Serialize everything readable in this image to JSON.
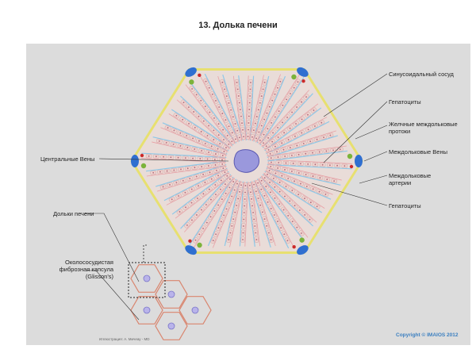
{
  "figure": {
    "title": "13.  Долька печени"
  },
  "labels": {
    "sinusoid": "Синусоидальный сосуд",
    "hepatocytes_top": "Гепатоциты",
    "bile_ducts": "Желчные междольковые протоки",
    "interlobular_veins": "Междольковые Вены",
    "interlobular_arteries": "Междольковые артерии",
    "hepatocytes_bottom": "Гепатоциты",
    "central_veins": "Центральные Вены",
    "liver_lobules": "Дольки печени",
    "glisson_capsule": "Околососудистая фиброзная капсула (Glisson's)"
  },
  "footer": {
    "copyright": "Copyright © IMAIOS 2012",
    "credit": "Иллюстрация: А. Мичеау - MD"
  },
  "colors": {
    "panel_bg": "#dcdcdc",
    "hepatocyte_fill": "#efd3cf",
    "hepatocyte_nucleus": "#b06a7a",
    "sinusoid_blue": "#8ec8e8",
    "yellow_septum": "#e7e070",
    "central_vein": "#9a98dc",
    "portal_vein": "#2f6fd0",
    "bile_duct": "#7cb33a",
    "artery": "#cc2a2a"
  }
}
